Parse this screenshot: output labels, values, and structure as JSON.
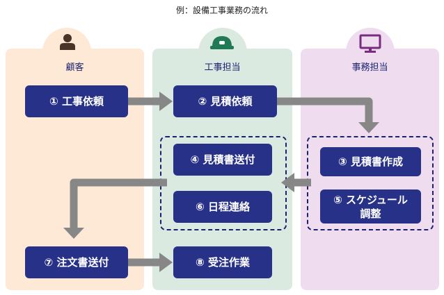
{
  "title": "例：設備工事業務の流れ",
  "lanes": {
    "customer": "顧客",
    "construction": "工事担当",
    "office": "事務担当"
  },
  "icons": {
    "customer": "person-icon",
    "construction": "hard-hat-icon",
    "office": "monitor-icon"
  },
  "steps": {
    "s1": "① 工事依頼",
    "s2": "② 見積依頼",
    "s3": "③ 見積書作成",
    "s4": "④ 見積書送付",
    "s5": "⑤ スケジュール\n調整",
    "s6": "⑥ 日程連絡",
    "s7": "⑦ 注文書送付",
    "s8": "⑧ 受注作業"
  },
  "colors": {
    "step_fill": "#283188",
    "arrow": "#878787",
    "customer_lane": "#fde9d6",
    "construction_lane": "#dbeae1",
    "office_lane": "#efdcee"
  }
}
